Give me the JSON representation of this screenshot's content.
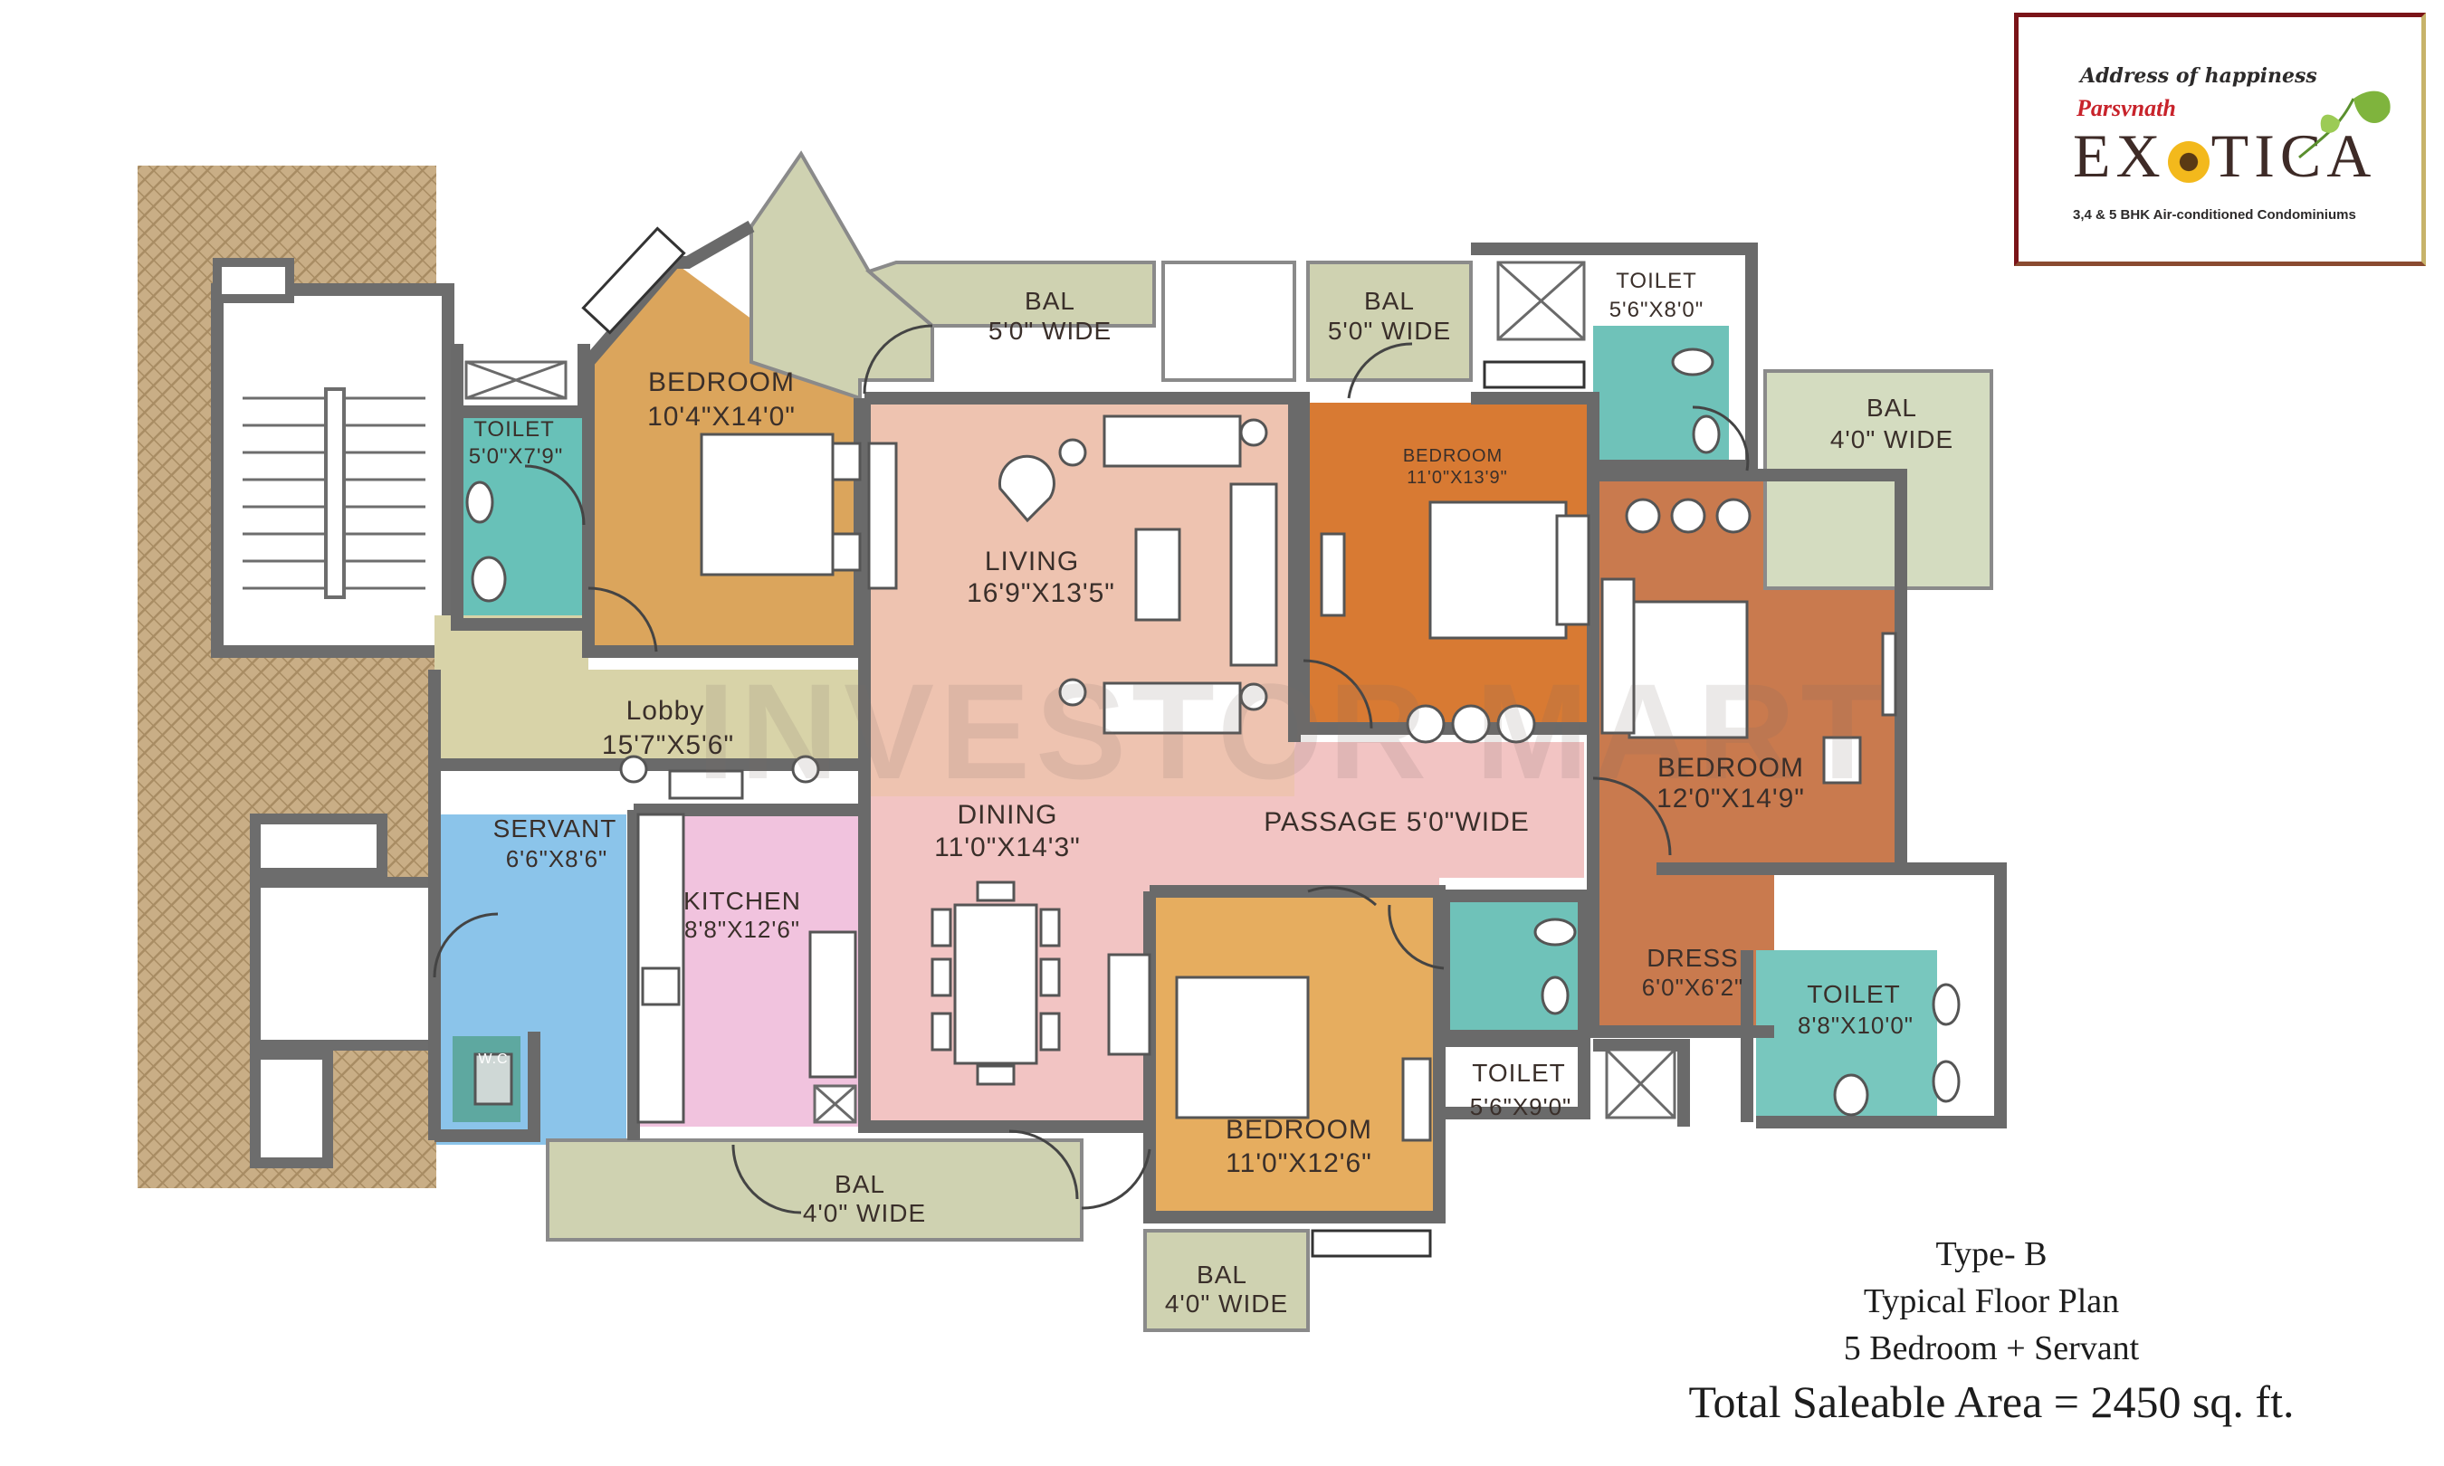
{
  "logo": {
    "tagline": "Address of happiness",
    "brand": "Parsvnath",
    "product_left": "EX",
    "product_right": "TICA",
    "subtitle": "3,4 & 5 BHK Air-conditioned Condominiums"
  },
  "watermark": "INVESTOR MART",
  "rooms": {
    "bedroom_1": {
      "name": "BEDROOM",
      "size": "10'4\"X14'0\""
    },
    "toilet_1": {
      "name": "TOILET",
      "size": "5'0\"X7'9\""
    },
    "bal_top_1": {
      "name": "BAL",
      "size": "5'0\" WIDE"
    },
    "living": {
      "name": "LIVING",
      "size": "16'9\"X13'5\""
    },
    "bal_top_2": {
      "name": "BAL",
      "size": "5'0\" WIDE"
    },
    "bedroom_2": {
      "name": "BEDROOM",
      "size": "11'0\"X13'9\""
    },
    "toilet_2": {
      "name": "TOILET",
      "size": "5'6\"X8'0\""
    },
    "bal_right": {
      "name": "BAL",
      "size": "4'0\" WIDE"
    },
    "lobby": {
      "name": "Lobby",
      "size": "15'7\"X5'6\""
    },
    "bedroom_3": {
      "name": "BEDROOM",
      "size": "12'0\"X14'9\""
    },
    "servant": {
      "name": "SERVANT",
      "size": "6'6\"X8'6\""
    },
    "kitchen": {
      "name": "KITCHEN",
      "size": "8'8\"X12'6\""
    },
    "dining": {
      "name": "DINING",
      "size": "11'0\"X14'3\""
    },
    "passage": {
      "name": "PASSAGE 5'0\"WIDE"
    },
    "dress": {
      "name": "DRESS",
      "size": "6'0\"X6'2\""
    },
    "toilet_3": {
      "name": "TOILET",
      "size": "8'8\"X10'0\""
    },
    "wc": {
      "name": "W.C"
    },
    "toilet_4": {
      "name": "TOILET",
      "size": "5'6\"X9'0\""
    },
    "bedroom_4": {
      "name": "BEDROOM",
      "size": "11'0\"X12'6\""
    },
    "bal_bottom_1": {
      "name": "BAL",
      "size": "4'0\" WIDE"
    },
    "bal_bottom_2": {
      "name": "BAL",
      "size": "4'0\" WIDE"
    }
  },
  "caption": {
    "type": "Type- B",
    "plan": "Typical Floor Plan",
    "config": "5 Bedroom + Servant",
    "area": "Total Saleable Area = 2450 sq. ft."
  }
}
